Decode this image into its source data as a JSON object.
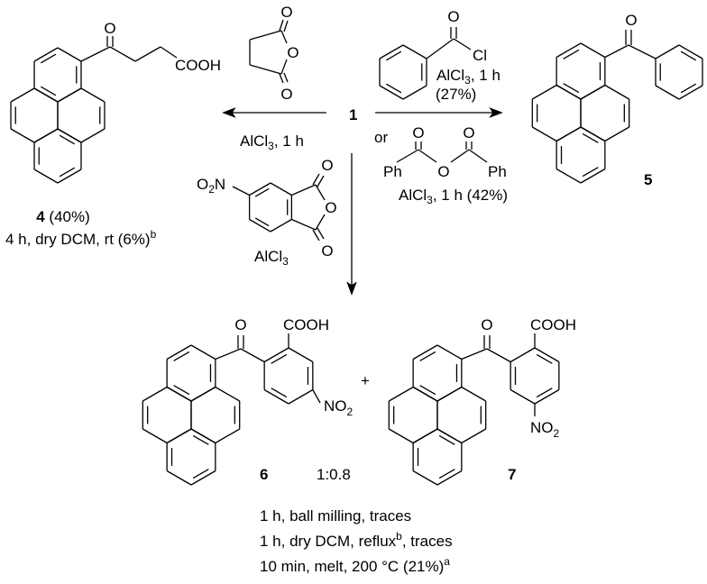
{
  "left_reaction": {
    "conditions": {
      "a": "AlCl",
      "sub": "3",
      "b": ", 1 h"
    }
  },
  "start_label": "1",
  "succinic_anhydride": {
    "o1": "O",
    "o2": "O",
    "o3": "O"
  },
  "product4": {
    "o": "O",
    "cooh": "COOH",
    "label": "4",
    "yield": " (40%)",
    "alt_conditions": "4 h, dry DCM, rt (6%)",
    "alt_sup": "b"
  },
  "right_reaction": {
    "reagent1": {
      "o": "O",
      "cl": "Cl"
    },
    "conditions1": {
      "a": "AlCl",
      "sub": "3",
      "b": ", 1 h"
    },
    "yield1": "(27%)",
    "or": "or",
    "reagent2": {
      "o1": "O",
      "o2": "O",
      "o3": "O",
      "ph1": "Ph",
      "ph2": "Ph"
    },
    "conditions2": {
      "a": "AlCl",
      "sub": "3",
      "b": ", 1 h  (42%)"
    }
  },
  "product5": {
    "o": "O",
    "label": "5"
  },
  "down_reaction": {
    "reagent": {
      "o2n_a": "O",
      "o2n_sub": "2",
      "o2n_b": "N",
      "o1": "O",
      "o2": "O",
      "o3": "O"
    },
    "conditions": {
      "a": "AlCl",
      "sub": "3"
    }
  },
  "product6": {
    "o": "O",
    "cooh": "COOH",
    "no2_a": "NO",
    "no2_sub": "2",
    "label": "6"
  },
  "plus": "+",
  "ratio": "1:0.8",
  "product7": {
    "o": "O",
    "cooh": "COOH",
    "no2_a": "NO",
    "no2_sub": "2",
    "label": "7"
  },
  "bottom_conditions": [
    {
      "text": "1 h, ball milling, traces",
      "sup": ""
    },
    {
      "text": "1 h, dry DCM, reflux",
      "sup": "b",
      "tail": ", traces"
    },
    {
      "text": "10 min, melt, 200 °C (21%)",
      "sup": "a"
    }
  ]
}
